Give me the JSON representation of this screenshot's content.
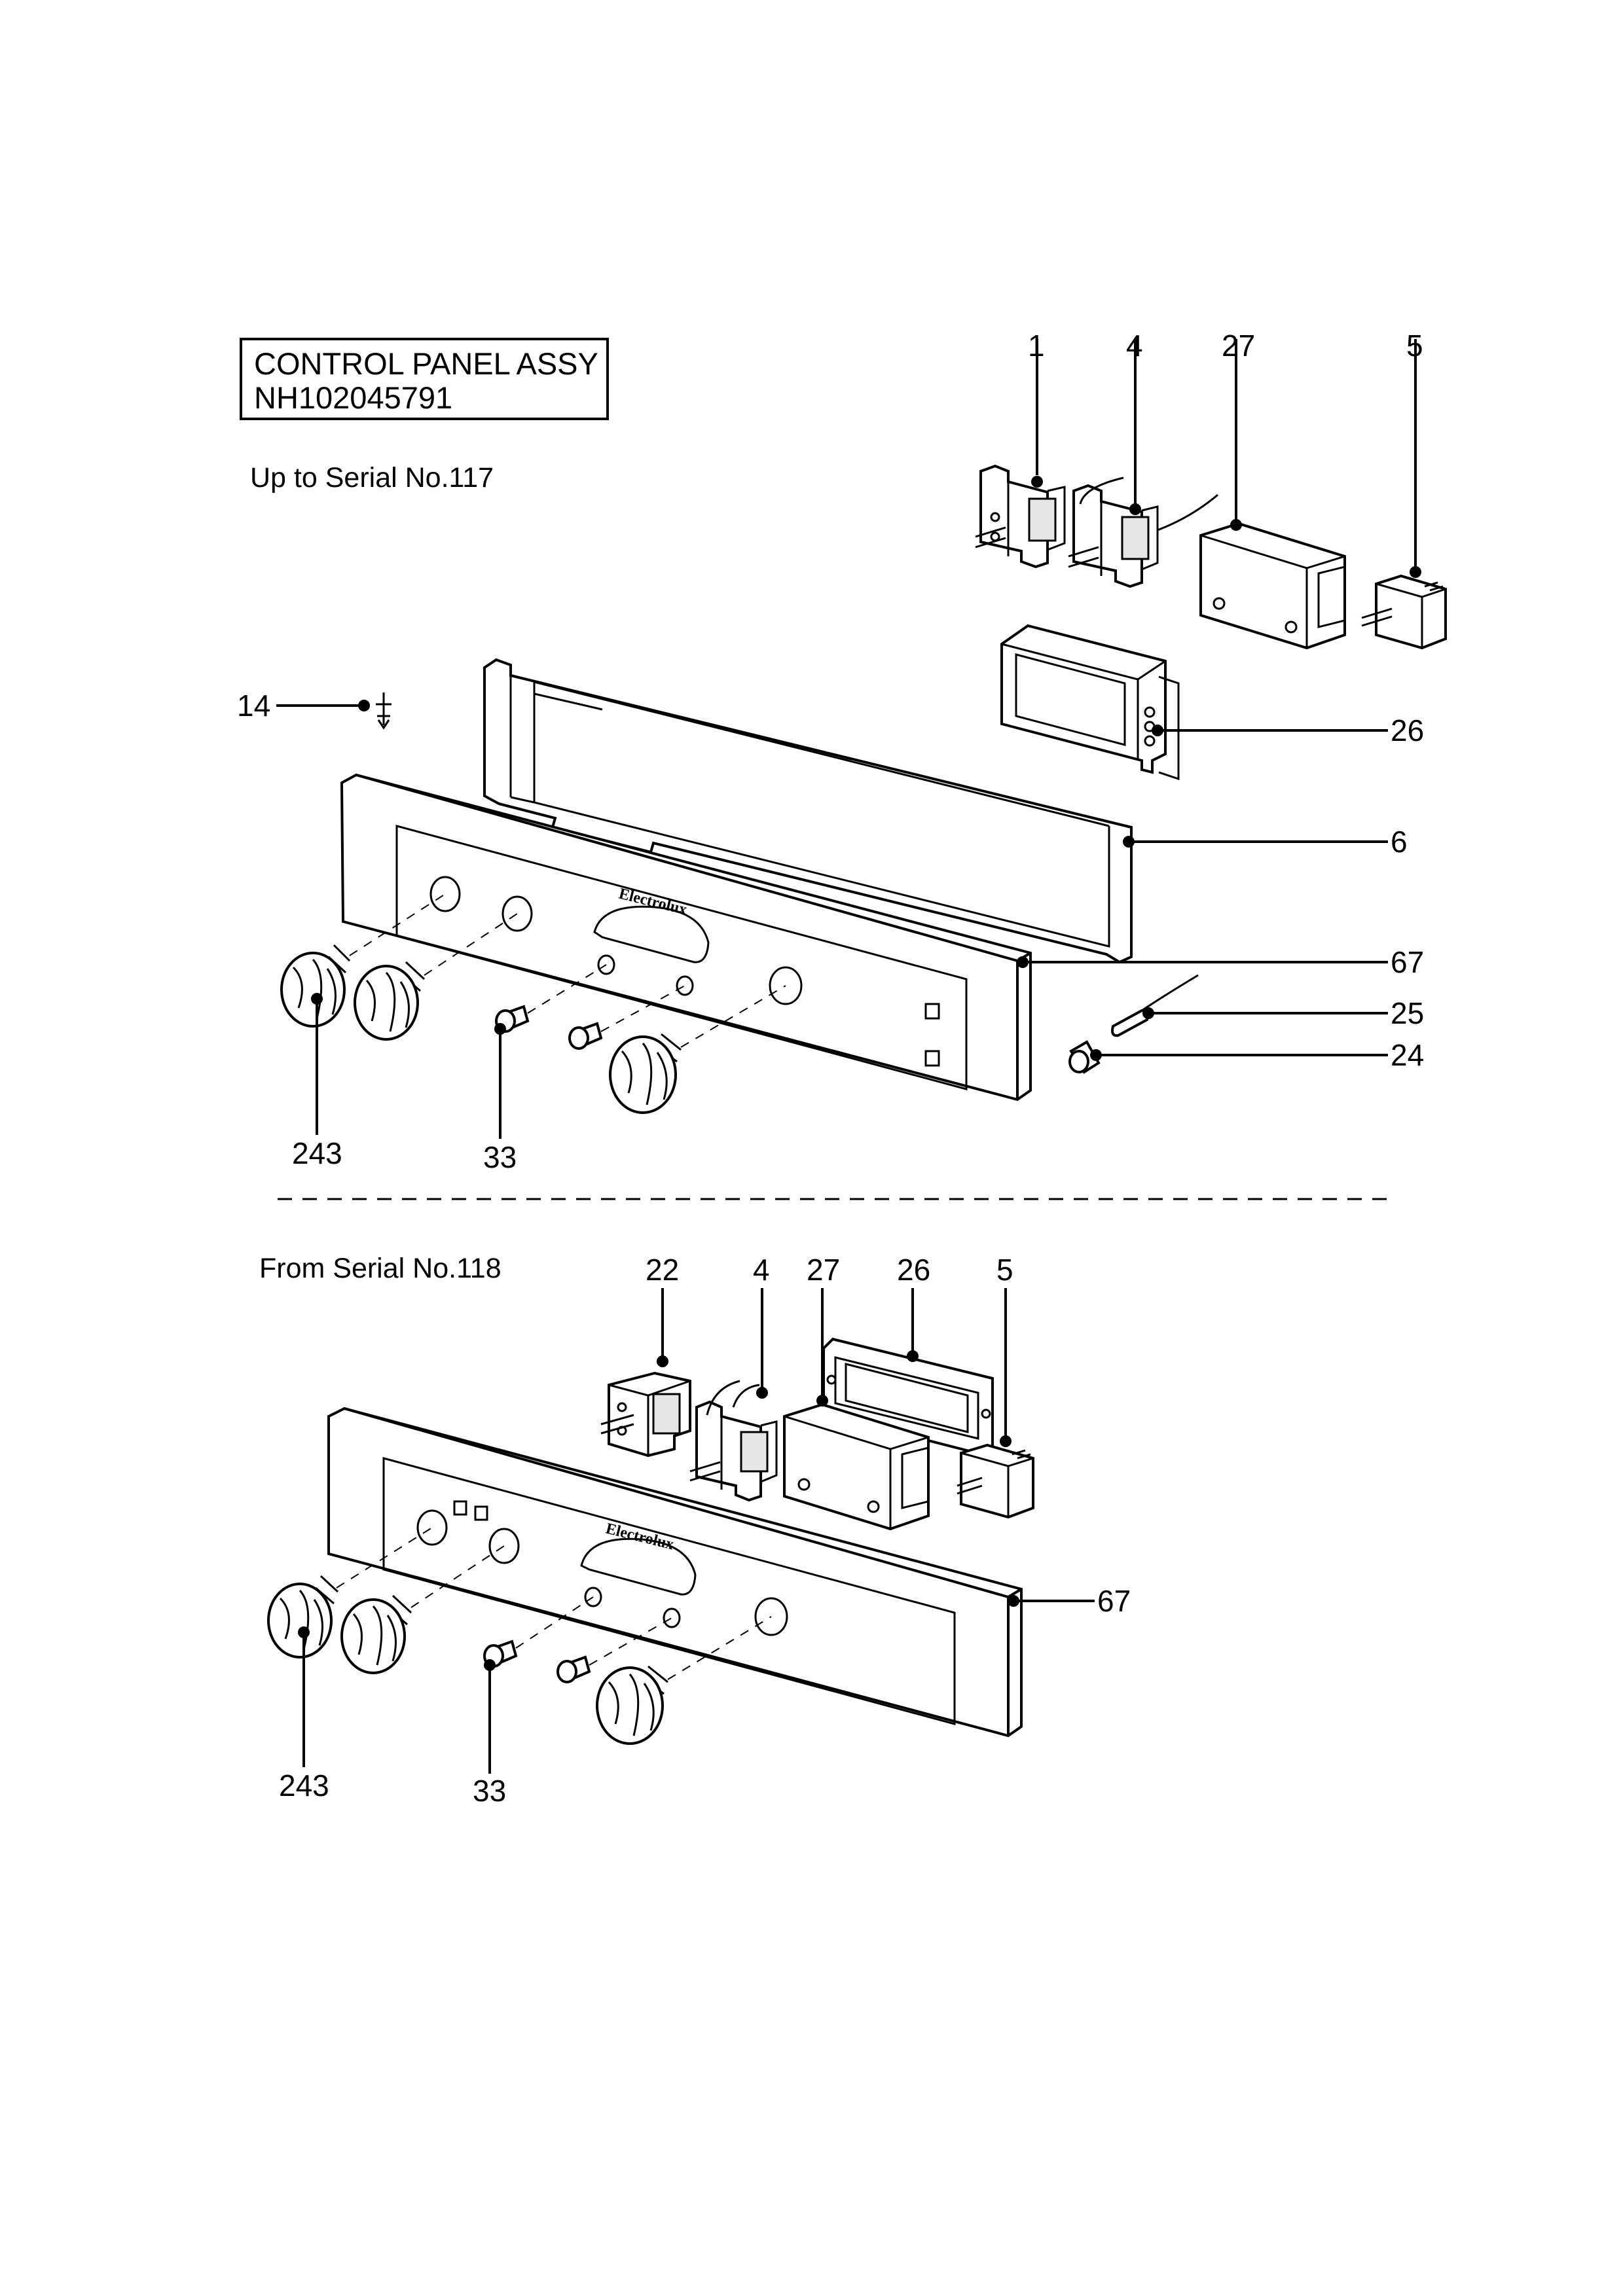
{
  "title_box": {
    "line1": "CONTROL PANEL ASSY",
    "line2": "NH102045791"
  },
  "sections": {
    "upper": {
      "caption": "Up to Serial No.117"
    },
    "lower": {
      "caption": "From Serial No.118"
    }
  },
  "brand": "Electrolux",
  "callouts_upper": {
    "p1": "1",
    "p4": "4",
    "p27": "27",
    "p5": "5",
    "p14": "14",
    "p26": "26",
    "p6": "6",
    "p67": "67",
    "p25": "25",
    "p24": "24",
    "p243": "243",
    "p33": "33"
  },
  "callouts_lower": {
    "p22": "22",
    "p4": "4",
    "p27": "27",
    "p26": "26",
    "p5": "5",
    "p67": "67",
    "p243": "243",
    "p33": "33"
  }
}
